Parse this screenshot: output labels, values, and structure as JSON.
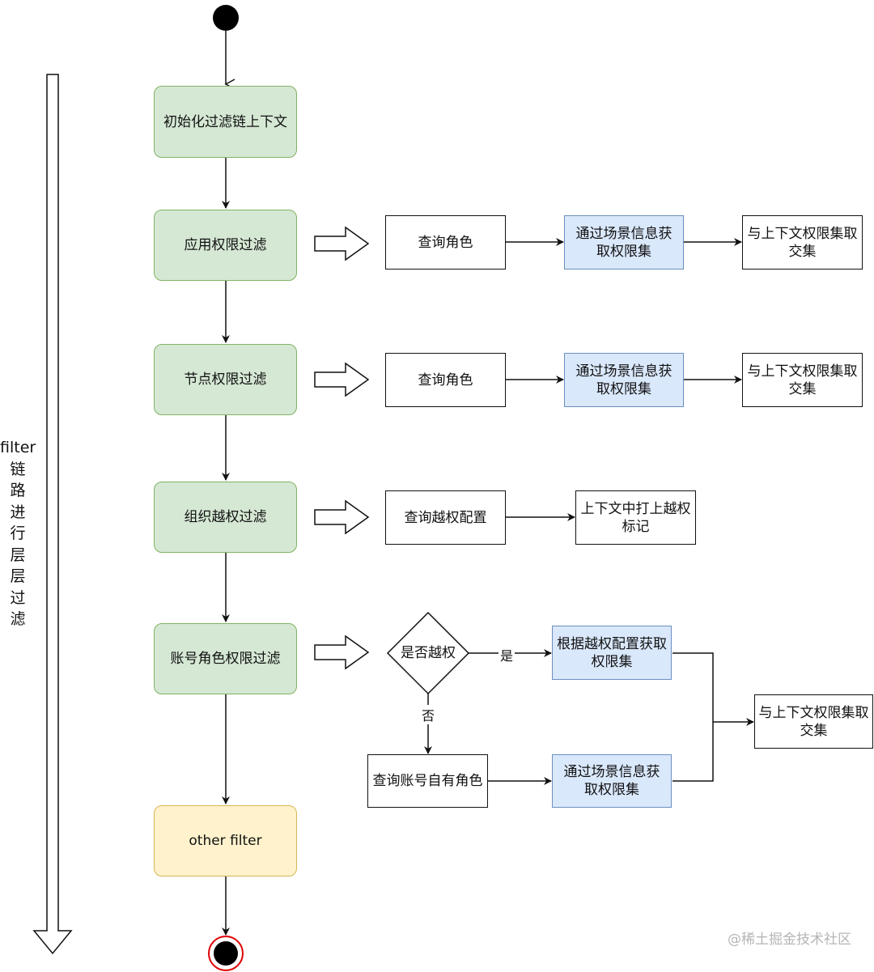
{
  "side_label": "filter\n链\n路\n进\n行\n层\n层\n过\n滤",
  "filters": {
    "init": "初始化过滤链上下文",
    "app": "应用权限过滤",
    "node": "节点权限过滤",
    "org": "组织越权过滤",
    "account": "账号角色权限过滤",
    "other": "other filter"
  },
  "app_row": {
    "query": "查询角色",
    "scene": "通过场景信息获取权限集",
    "intersect": "与上下文权限集取交集"
  },
  "node_row": {
    "query": "查询角色",
    "scene": "通过场景信息获取权限集",
    "intersect": "与上下文权限集取交集"
  },
  "org_row": {
    "query": "查询越权配置",
    "mark": "上下文中打上越权标记"
  },
  "account_row": {
    "decision": "是否越权",
    "yes": "是",
    "no": "否",
    "by_config": "根据越权配置获取权限集",
    "query_own": "查询账号自有角色",
    "scene": "通过场景信息获取权限集",
    "intersect": "与上下文权限集取交集"
  },
  "watermark": "@稀土掘金技术社区",
  "colors": {
    "filter_fill": "#d5e8d4",
    "filter_border": "#82b366",
    "other_fill": "#fff2cc",
    "other_border": "#d6b656",
    "scene_fill": "#dae8fc",
    "scene_border": "#6c8ebf",
    "end_ring": "#e00000"
  }
}
